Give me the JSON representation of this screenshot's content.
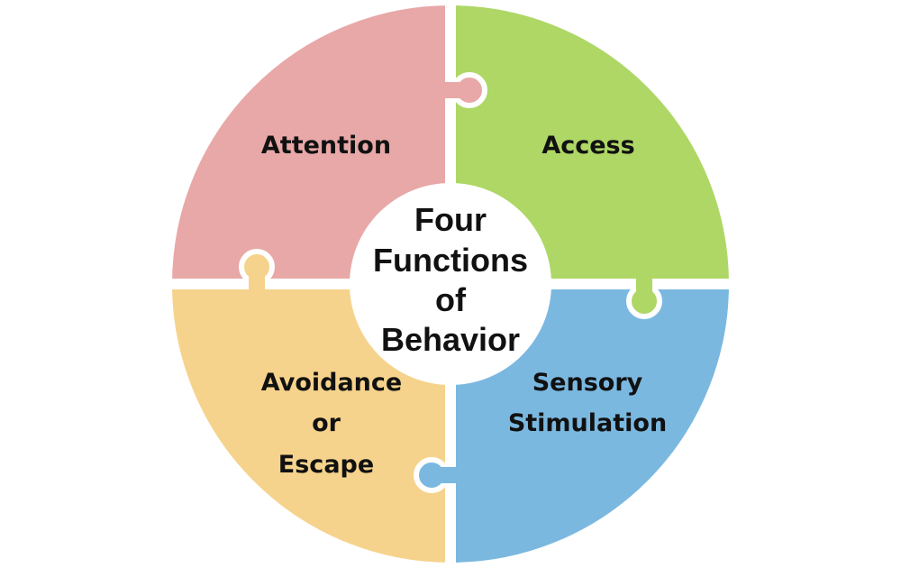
{
  "title": [
    "Four",
    "Functions",
    "of",
    "Behavior"
  ],
  "pieces": [
    {
      "name": "attention",
      "lines": [
        "Attention"
      ],
      "color": "#E8A8A7"
    },
    {
      "name": "access",
      "lines": [
        "Access"
      ],
      "color": "#AED766"
    },
    {
      "name": "sensory",
      "lines": [
        "Sensory",
        "Stimulation"
      ],
      "color": "#7AB8E0"
    },
    {
      "name": "avoidance",
      "lines": [
        "Avoidance",
        "or",
        "Escape"
      ],
      "color": "#F6D38C"
    }
  ]
}
